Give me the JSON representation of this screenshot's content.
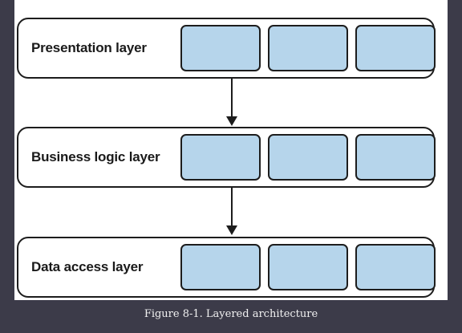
{
  "layers": [
    {
      "label": "Presentation layer",
      "components": 3
    },
    {
      "label": "Business logic layer",
      "components": 3
    },
    {
      "label": "Data access layer",
      "components": 3
    }
  ],
  "caption": "Figure 8-1. Layered architecture",
  "colors": {
    "background": "#3c3b49",
    "panel": "#ffffff",
    "component_fill": "#b6d5eb",
    "stroke": "#1d1d1d",
    "caption_text": "#f1f1f1"
  }
}
